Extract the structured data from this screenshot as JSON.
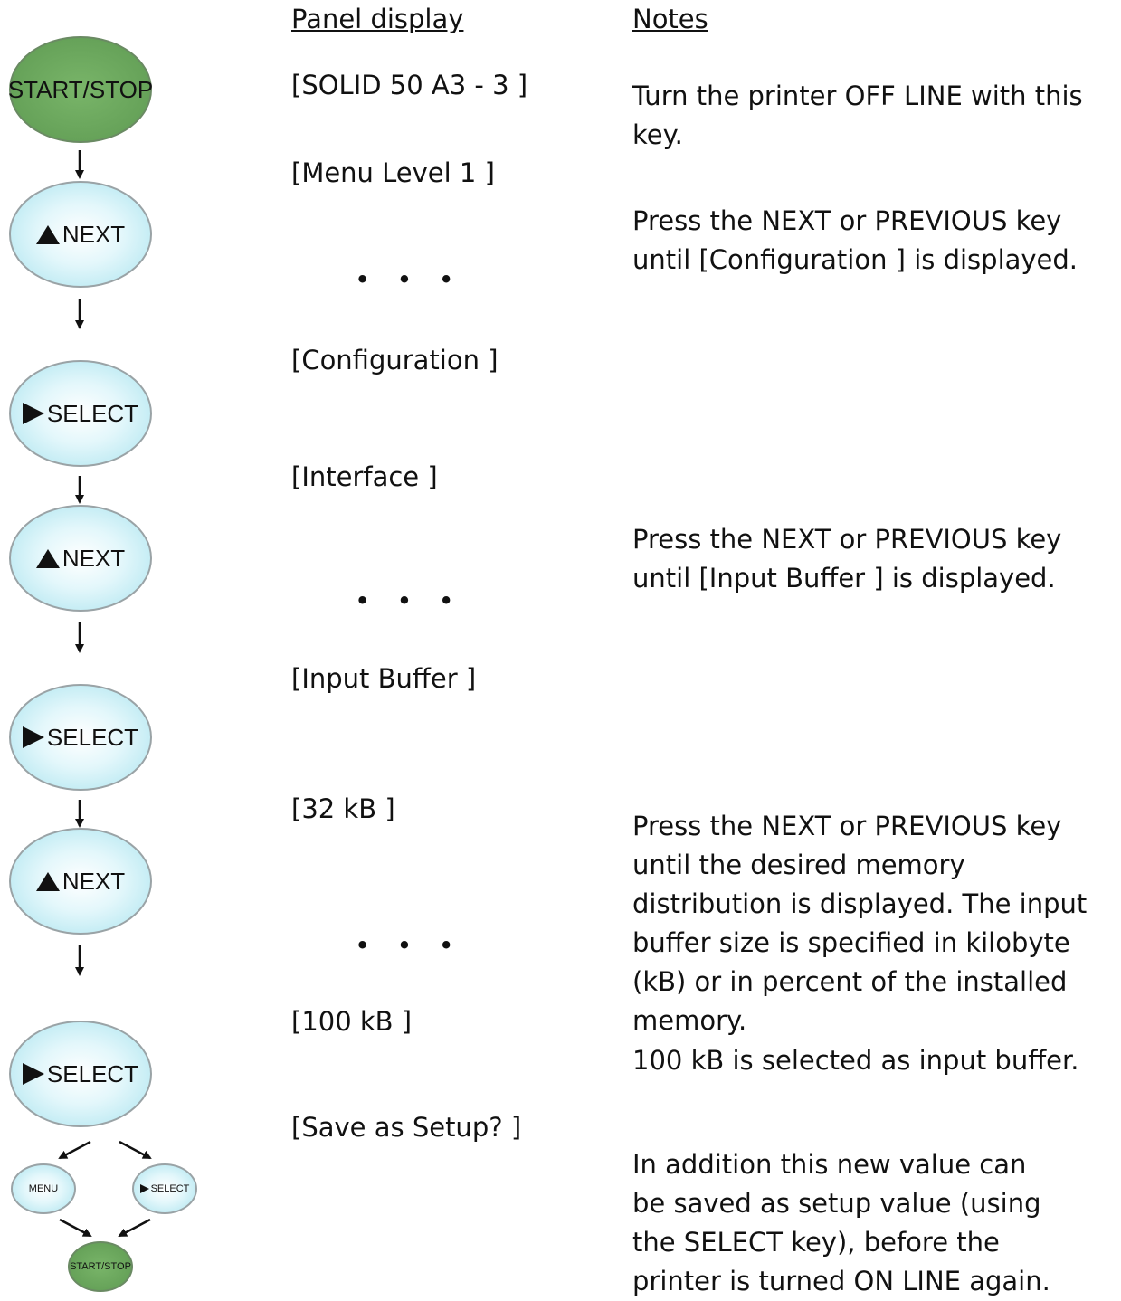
{
  "headers": {
    "panel_display": "Panel display",
    "notes": "Notes"
  },
  "panel_entries": [
    "[SOLID 50 A3 - 3 ]",
    "[Menu Level 1 ]",
    "[Configuration ]",
    "[Interface ]",
    "[Input Buffer ]",
    "[32 kB ]",
    "[100 kB ]",
    "[Save as Setup? ]"
  ],
  "ellipsis": "• • •",
  "notes": [
    "Turn the printer OFF LINE with this key.",
    "Press the NEXT or PREVIOUS key until [Configuration ] is displayed.",
    "Press the NEXT or PREVIOUS key until [Input Buffer ] is displayed.",
    "Press the NEXT or PREVIOUS key until the desired memory distribution is displayed. The input buffer size is specified in kilobyte (kB) or in percent of the installed memory.",
    "100 kB is selected as input buffer.",
    "In addition this new value can be saved as setup value (using the SELECT key), before the printer is turned ON LINE  again."
  ],
  "keys": {
    "start_stop": "START/STOP",
    "next": "NEXT",
    "select": "SELECT",
    "menu": "MENU"
  },
  "colors": {
    "key_blue": "#a9e3ee",
    "key_green": "#5e9a52",
    "text": "#111111"
  }
}
